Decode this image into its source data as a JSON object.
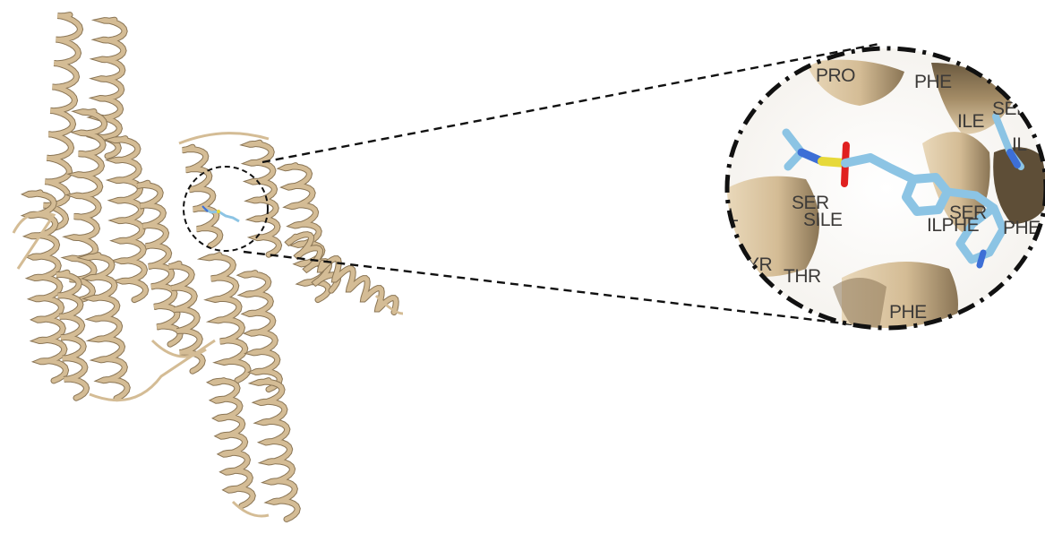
{
  "figure": {
    "residue_labels": [
      {
        "text": "PRO"
      },
      {
        "text": "PHE"
      },
      {
        "text": "SER"
      },
      {
        "text": "ILE"
      },
      {
        "text": "IL"
      },
      {
        "text": "L"
      },
      {
        "text": "SER"
      },
      {
        "text": "SILE"
      },
      {
        "text": "SER"
      },
      {
        "text": "ILPHE"
      },
      {
        "text": "PHE"
      },
      {
        "text": "YR"
      },
      {
        "text": "THR"
      },
      {
        "text": "PHE"
      }
    ],
    "colors": {
      "helix": "#d4bc95",
      "helix_dark": "#8a7555",
      "ligand_carbon": "#8cc4e4",
      "ligand_nitrogen": "#3d6fd6",
      "sulfur": "#e7d93a",
      "oxygen": "#e02020",
      "label_text": "#3c3a38"
    },
    "icons": [
      "protein-ribbon-icon",
      "zoom-lens-icon",
      "ligand-icon"
    ]
  }
}
